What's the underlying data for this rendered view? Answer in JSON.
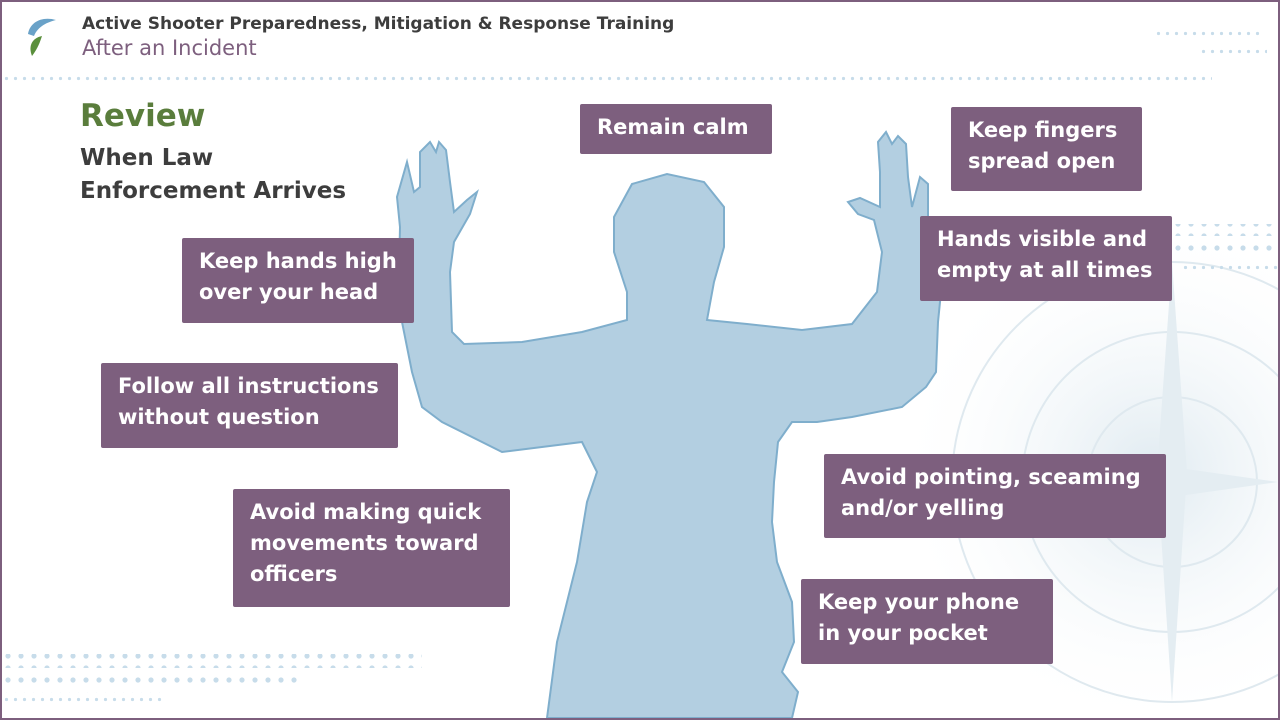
{
  "header": {
    "course_title": "Active Shooter Preparedness, Mitigation & Response Training",
    "section_title": "After an Incident"
  },
  "review": {
    "title": "Review",
    "subtitle": "When Law Enforcement Arrives"
  },
  "tips": {
    "remain_calm": "Remain calm",
    "fingers_spread": "Keep fingers\nspread open",
    "hands_high": "Keep hands high\nover your head",
    "hands_visible": "Hands visible and\nempty at all times",
    "follow_instructions": "Follow all instructions\nwithout question",
    "avoid_pointing": "Avoid pointing, sceaming\nand/or yelling",
    "avoid_quick": "Avoid making quick\nmovements toward\nofficers",
    "keep_phone": "Keep your phone\nin your pocket"
  },
  "colors": {
    "accent_purple": "#7d5f7e",
    "review_green": "#5a7d3c",
    "silhouette_blue": "#b3cfe1",
    "dot_blue": "#c7dcea"
  },
  "icons": {
    "logo": "leaf-logo-icon",
    "figure": "person-hands-raised-icon"
  }
}
